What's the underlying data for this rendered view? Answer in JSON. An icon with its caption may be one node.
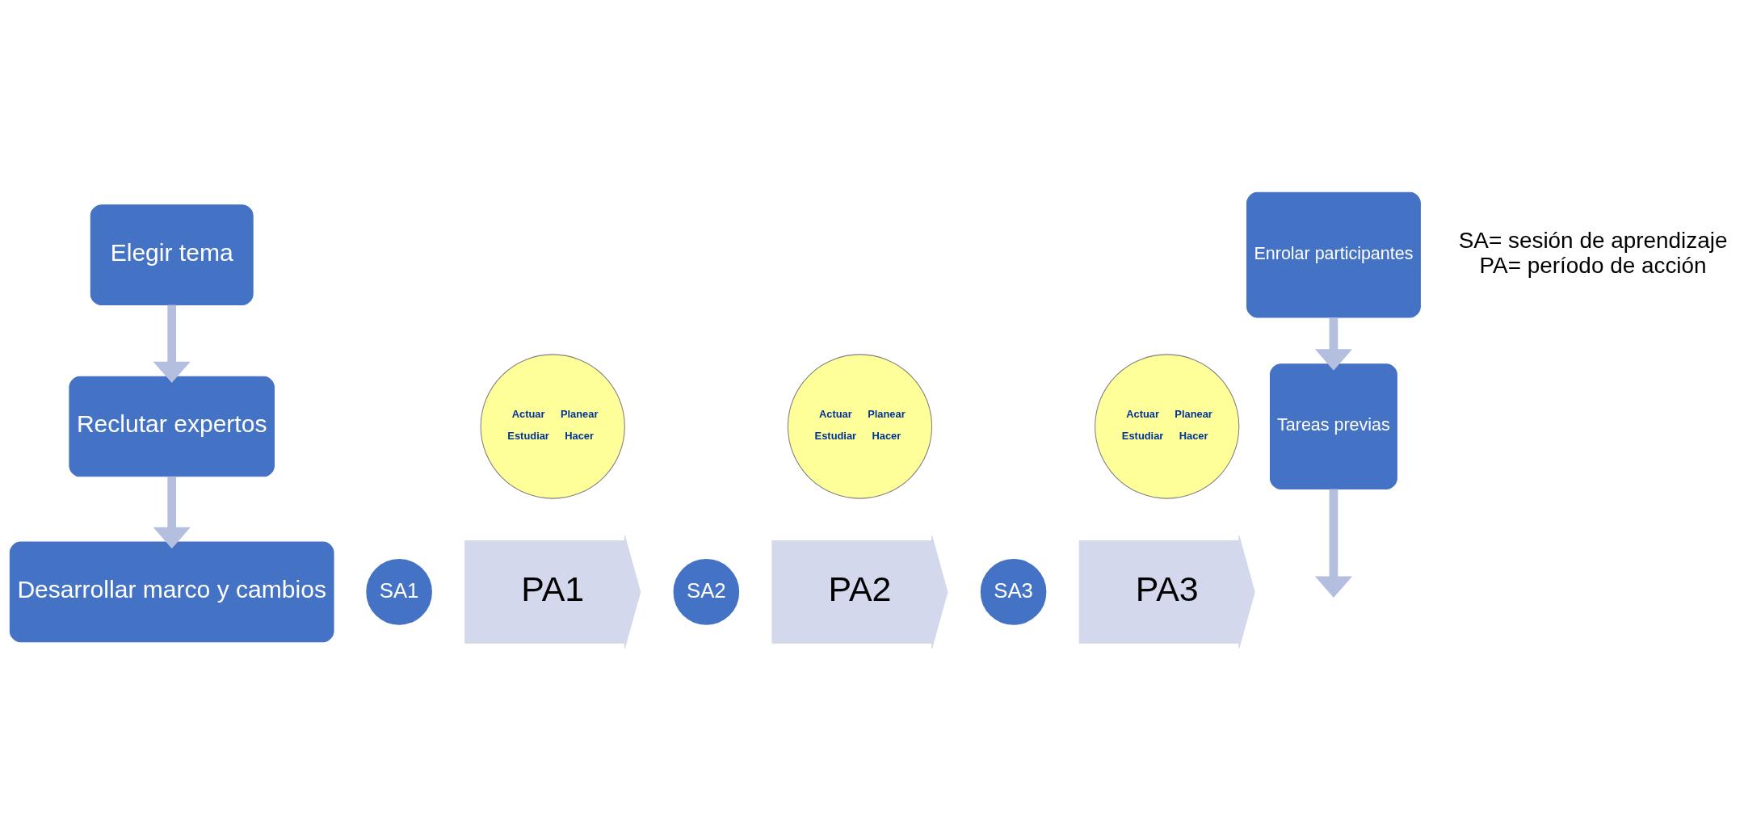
{
  "diagram": {
    "nodes": [
      {
        "text": [
          "Elegir tema"
        ]
      },
      {
        "text": [
          "Reclutar expertos"
        ]
      },
      {
        "text": [
          "Desarrollar marco y cambios"
        ]
      },
      {
        "text": [
          "Enrolar participantes"
        ]
      },
      {
        "text": [
          "Tareas previas"
        ]
      },
      {
        "text": [
          "SA1"
        ]
      },
      {
        "text": [
          "PA1"
        ]
      },
      {
        "text": [
          "SA2"
        ]
      },
      {
        "text": [
          "PA2"
        ]
      },
      {
        "text": [
          "SA3"
        ]
      },
      {
        "text": [
          "PA3"
        ]
      },
      {
        "text": [
          "Actuar",
          "Planear",
          "Estudiar",
          "Hacer"
        ]
      },
      {
        "text": [
          "Actuar",
          "Planear",
          "Estudiar",
          "Hacer"
        ]
      },
      {
        "text": [
          "Actuar",
          "Planear",
          "Estudiar",
          "Hacer"
        ]
      }
    ],
    "edges": [
      {
        "from": 0,
        "to": 1,
        "arrow": "to"
      },
      {
        "from": 1,
        "to": 2,
        "arrow": "to"
      },
      {
        "from": 3,
        "to": 4,
        "arrow": "to"
      },
      {
        "from": 4,
        "to": null,
        "arrow": "to"
      }
    ],
    "labels": [
      "SA= sesión de aprendizaje",
      "PA= período de acción"
    ]
  }
}
